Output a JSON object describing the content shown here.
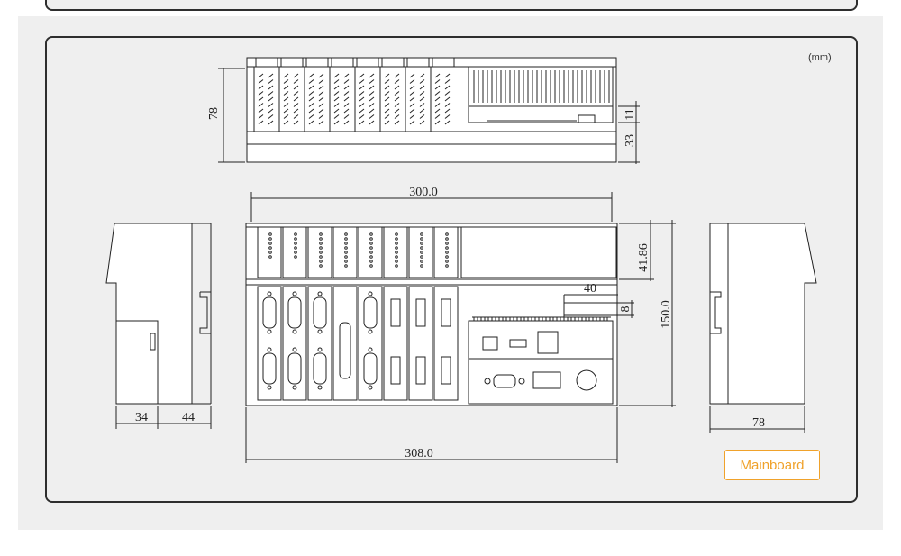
{
  "unit_label": "(mm)",
  "button_label": "Mainboard",
  "dimensions": {
    "top_height": "78",
    "top_right_a": "11",
    "top_right_b": "33",
    "front_width_inner": "300.0",
    "front_width_outer": "308.0",
    "front_height": "150.0",
    "front_top_section": "41.86",
    "front_connector_w": "40",
    "front_connector_h": "8",
    "left_a": "34",
    "left_b": "44",
    "right_depth": "78"
  },
  "colors": {
    "accent": "#f0a22b",
    "line": "#222222",
    "card_bg": "#efefef"
  }
}
